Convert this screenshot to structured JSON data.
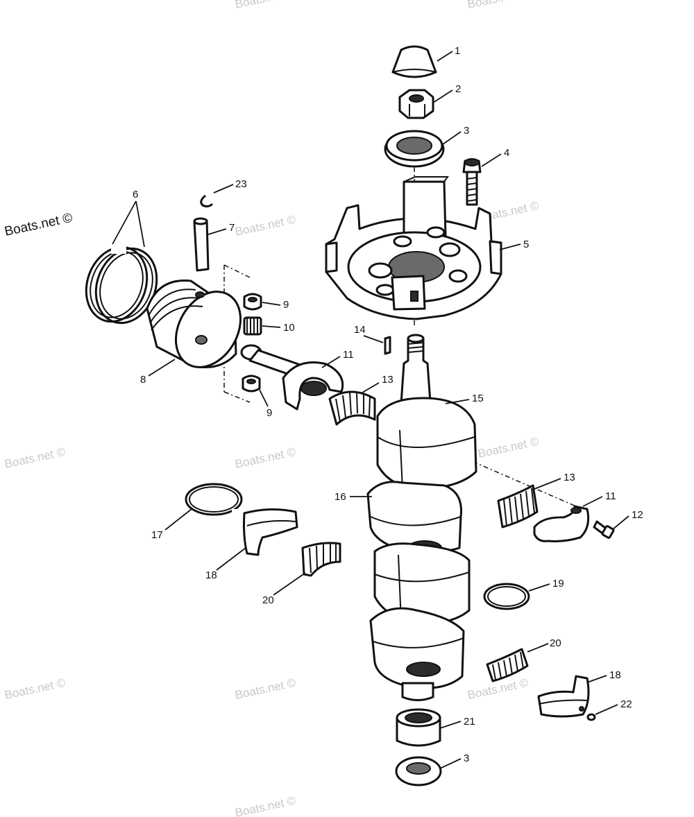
{
  "watermark": {
    "primary": "Boats.net ©",
    "tiles": [
      {
        "text": "Boats.net ©"
      },
      {
        "text": "Boats.net ©"
      },
      {
        "text": "Boats.net ©"
      },
      {
        "text": "Boats.net ©"
      },
      {
        "text": "Boats.net ©"
      },
      {
        "text": "Boats.net ©"
      },
      {
        "text": "Boats.net ©"
      },
      {
        "text": "Boats.net ©"
      },
      {
        "text": "Boats.net ©"
      },
      {
        "text": "Boats.net ©"
      },
      {
        "text": "Boats.net ©"
      }
    ]
  },
  "callouts": [
    {
      "id": "c1",
      "label": "1"
    },
    {
      "id": "c2",
      "label": "2"
    },
    {
      "id": "c3a",
      "label": "3"
    },
    {
      "id": "c4",
      "label": "4"
    },
    {
      "id": "c5",
      "label": "5"
    },
    {
      "id": "c6",
      "label": "6"
    },
    {
      "id": "c7",
      "label": "7"
    },
    {
      "id": "c8",
      "label": "8"
    },
    {
      "id": "c9a",
      "label": "9"
    },
    {
      "id": "c9b",
      "label": "9"
    },
    {
      "id": "c10",
      "label": "10"
    },
    {
      "id": "c11a",
      "label": "11"
    },
    {
      "id": "c11b",
      "label": "11"
    },
    {
      "id": "c12",
      "label": "12"
    },
    {
      "id": "c13a",
      "label": "13"
    },
    {
      "id": "c13b",
      "label": "13"
    },
    {
      "id": "c14",
      "label": "14"
    },
    {
      "id": "c15",
      "label": "15"
    },
    {
      "id": "c16",
      "label": "16"
    },
    {
      "id": "c17",
      "label": "17"
    },
    {
      "id": "c18a",
      "label": "18"
    },
    {
      "id": "c18b",
      "label": "18"
    },
    {
      "id": "c19",
      "label": "19"
    },
    {
      "id": "c20a",
      "label": "20"
    },
    {
      "id": "c20b",
      "label": "20"
    },
    {
      "id": "c21",
      "label": "21"
    },
    {
      "id": "c22",
      "label": "22"
    },
    {
      "id": "c23",
      "label": "23"
    },
    {
      "id": "c3b",
      "label": "3"
    }
  ]
}
